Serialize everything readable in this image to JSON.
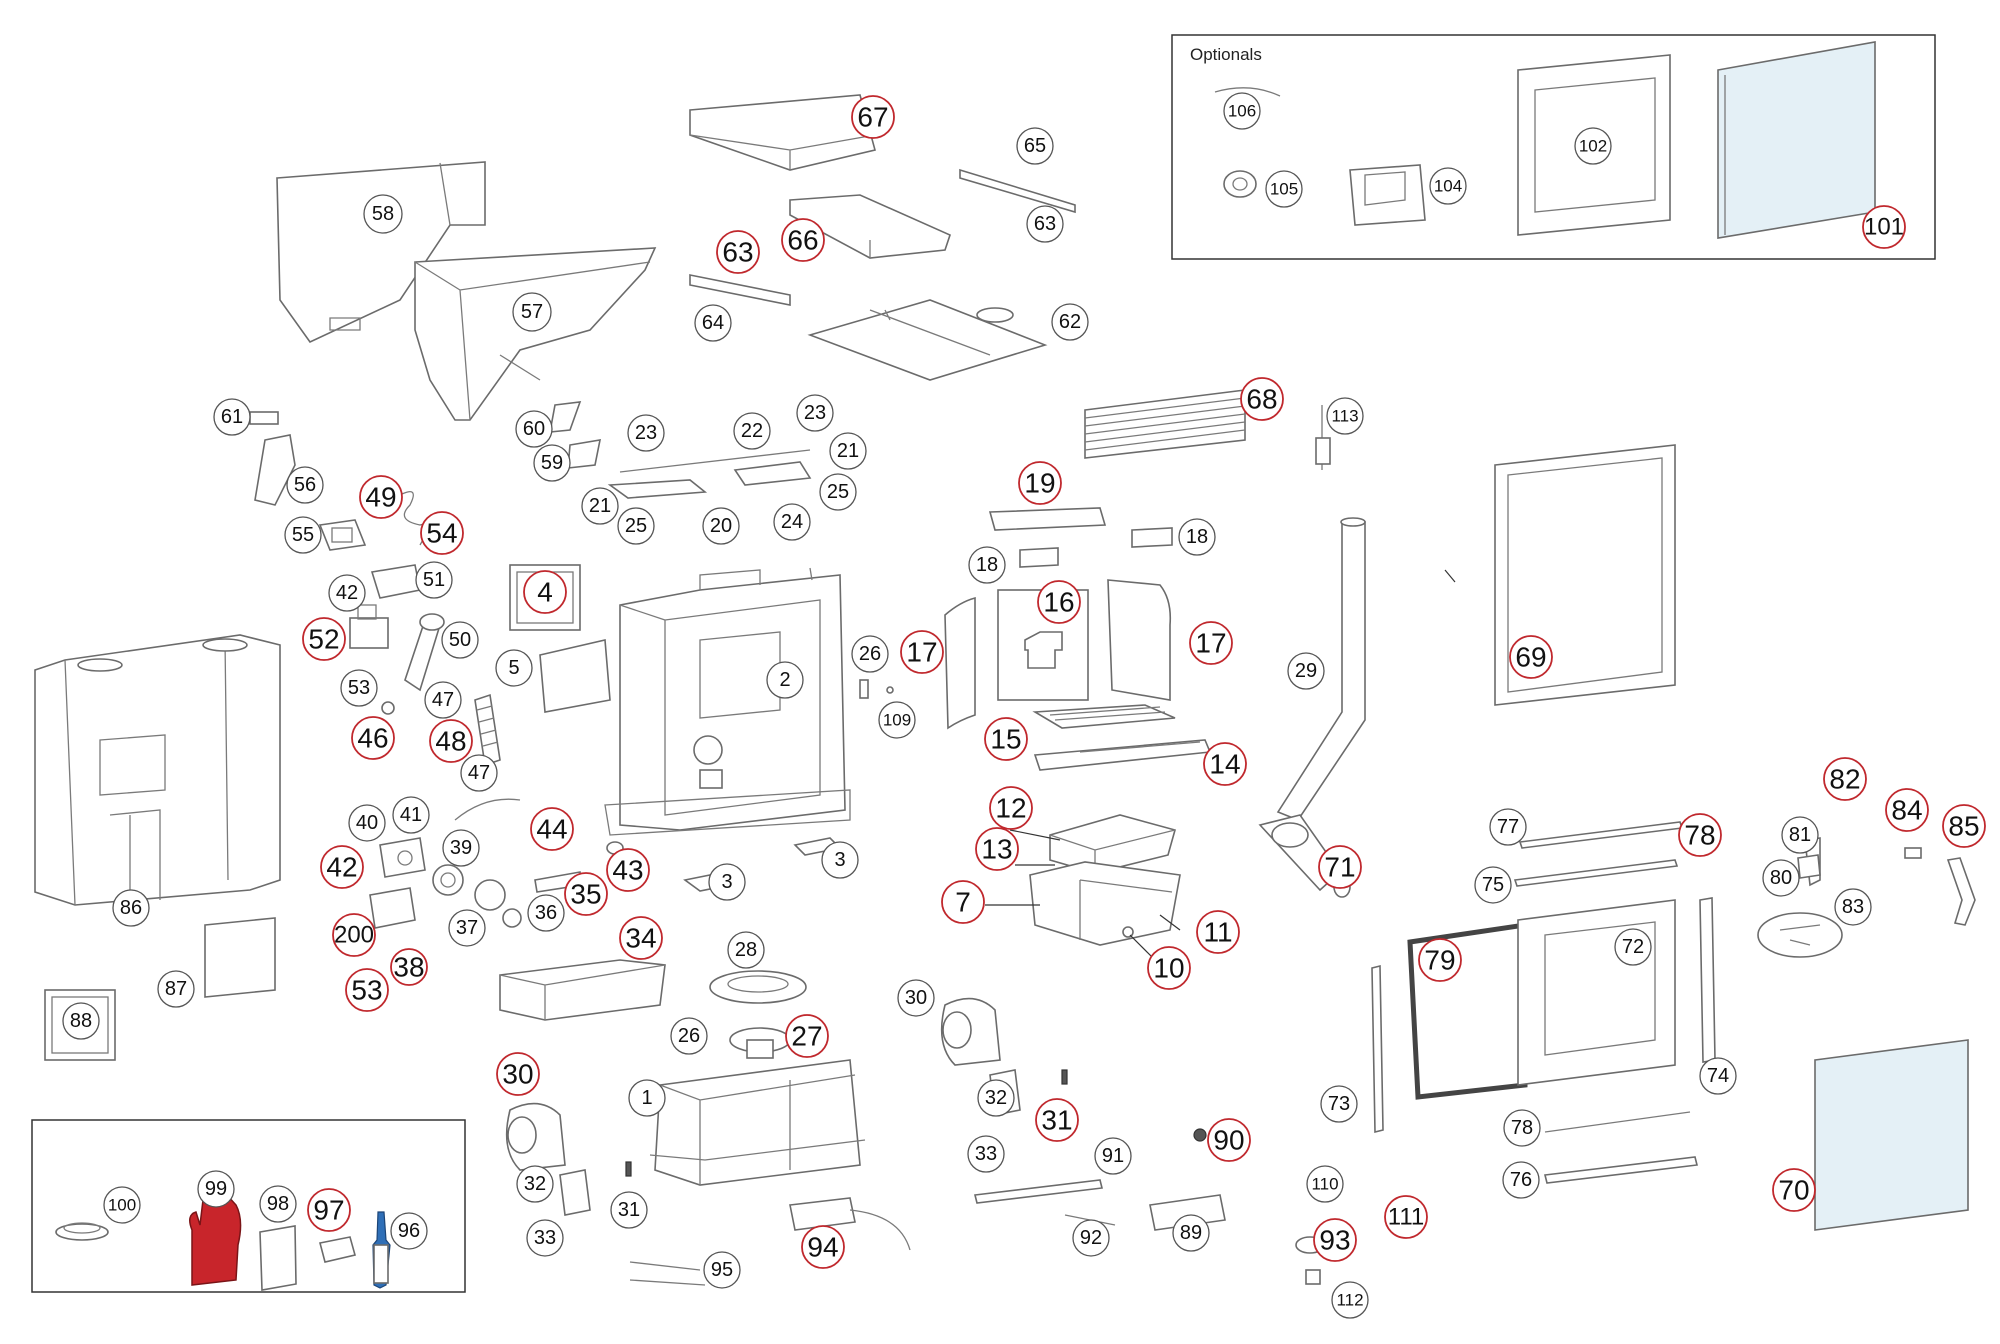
{
  "colors": {
    "callout_plain": "#555555",
    "callout_highlight": "#c0282d",
    "glove": "#c8252b",
    "brush": "#2f6fb7",
    "glass": "#d7e9f2"
  },
  "optionals_box": {
    "title": "Optionals"
  },
  "callouts": [
    {
      "label": "58",
      "hl": false
    },
    {
      "label": "57",
      "hl": false
    },
    {
      "label": "67",
      "hl": true
    },
    {
      "label": "65",
      "hl": false
    },
    {
      "label": "63",
      "hl": false
    },
    {
      "label": "66",
      "hl": true
    },
    {
      "label": "63",
      "hl": true
    },
    {
      "label": "64",
      "hl": false
    },
    {
      "label": "62",
      "hl": false
    },
    {
      "label": "106",
      "hl": false
    },
    {
      "label": "105",
      "hl": false
    },
    {
      "label": "104",
      "hl": false
    },
    {
      "label": "102",
      "hl": false
    },
    {
      "label": "101",
      "hl": true
    },
    {
      "label": "61",
      "hl": false
    },
    {
      "label": "60",
      "hl": false
    },
    {
      "label": "59",
      "hl": false
    },
    {
      "label": "56",
      "hl": false
    },
    {
      "label": "49",
      "hl": true
    },
    {
      "label": "54",
      "hl": true
    },
    {
      "label": "55",
      "hl": false
    },
    {
      "label": "42",
      "hl": false
    },
    {
      "label": "51",
      "hl": false
    },
    {
      "label": "52",
      "hl": true
    },
    {
      "label": "50",
      "hl": false
    },
    {
      "label": "53",
      "hl": false
    },
    {
      "label": "47",
      "hl": false
    },
    {
      "label": "46",
      "hl": true
    },
    {
      "label": "48",
      "hl": true
    },
    {
      "label": "47",
      "hl": false
    },
    {
      "label": "23",
      "hl": false
    },
    {
      "label": "22",
      "hl": false
    },
    {
      "label": "23",
      "hl": false
    },
    {
      "label": "21",
      "hl": false
    },
    {
      "label": "21",
      "hl": false
    },
    {
      "label": "25",
      "hl": false
    },
    {
      "label": "25",
      "hl": false
    },
    {
      "label": "20",
      "hl": false
    },
    {
      "label": "24",
      "hl": false
    },
    {
      "label": "68",
      "hl": true
    },
    {
      "label": "113",
      "hl": false
    },
    {
      "label": "19",
      "hl": true
    },
    {
      "label": "18",
      "hl": false
    },
    {
      "label": "18",
      "hl": false
    },
    {
      "label": "4",
      "hl": true
    },
    {
      "label": "5",
      "hl": false
    },
    {
      "label": "2",
      "hl": false
    },
    {
      "label": "26",
      "hl": false
    },
    {
      "label": "109",
      "hl": false
    },
    {
      "label": "17",
      "hl": true
    },
    {
      "label": "16",
      "hl": true
    },
    {
      "label": "17",
      "hl": true
    },
    {
      "label": "15",
      "hl": true
    },
    {
      "label": "14",
      "hl": true
    },
    {
      "label": "29",
      "hl": false
    },
    {
      "label": "69",
      "hl": true
    },
    {
      "label": "86",
      "hl": false
    },
    {
      "label": "40",
      "hl": false
    },
    {
      "label": "41",
      "hl": false
    },
    {
      "label": "42",
      "hl": true
    },
    {
      "label": "39",
      "hl": false
    },
    {
      "label": "44",
      "hl": true
    },
    {
      "label": "43",
      "hl": true
    },
    {
      "label": "35",
      "hl": true
    },
    {
      "label": "36",
      "hl": false
    },
    {
      "label": "37",
      "hl": false
    },
    {
      "label": "200",
      "hl": true
    },
    {
      "label": "38",
      "hl": true
    },
    {
      "label": "53",
      "hl": true
    },
    {
      "label": "3",
      "hl": false
    },
    {
      "label": "3",
      "hl": false
    },
    {
      "label": "34",
      "hl": true
    },
    {
      "label": "12",
      "hl": true
    },
    {
      "label": "13",
      "hl": true
    },
    {
      "label": "7",
      "hl": true
    },
    {
      "label": "11",
      "hl": true
    },
    {
      "label": "10",
      "hl": true
    },
    {
      "label": "71",
      "hl": true
    },
    {
      "label": "77",
      "hl": false
    },
    {
      "label": "78",
      "hl": true
    },
    {
      "label": "75",
      "hl": false
    },
    {
      "label": "82",
      "hl": true
    },
    {
      "label": "84",
      "hl": true
    },
    {
      "label": "85",
      "hl": true
    },
    {
      "label": "81",
      "hl": false
    },
    {
      "label": "80",
      "hl": false
    },
    {
      "label": "83",
      "hl": false
    },
    {
      "label": "79",
      "hl": true
    },
    {
      "label": "72",
      "hl": false
    },
    {
      "label": "74",
      "hl": false
    },
    {
      "label": "73",
      "hl": false
    },
    {
      "label": "78",
      "hl": false
    },
    {
      "label": "76",
      "hl": false
    },
    {
      "label": "70",
      "hl": true
    },
    {
      "label": "87",
      "hl": false
    },
    {
      "label": "88",
      "hl": false
    },
    {
      "label": "28",
      "hl": false
    },
    {
      "label": "26",
      "hl": false
    },
    {
      "label": "27",
      "hl": true
    },
    {
      "label": "1",
      "hl": false
    },
    {
      "label": "30",
      "hl": false
    },
    {
      "label": "30",
      "hl": true
    },
    {
      "label": "32",
      "hl": false
    },
    {
      "label": "31",
      "hl": true
    },
    {
      "label": "33",
      "hl": false
    },
    {
      "label": "91",
      "hl": false
    },
    {
      "label": "90",
      "hl": true
    },
    {
      "label": "92",
      "hl": false
    },
    {
      "label": "89",
      "hl": false
    },
    {
      "label": "32",
      "hl": false
    },
    {
      "label": "31",
      "hl": false
    },
    {
      "label": "33",
      "hl": false
    },
    {
      "label": "94",
      "hl": true
    },
    {
      "label": "95",
      "hl": false
    },
    {
      "label": "110",
      "hl": false
    },
    {
      "label": "111",
      "hl": true
    },
    {
      "label": "93",
      "hl": true
    },
    {
      "label": "112",
      "hl": false
    },
    {
      "label": "100",
      "hl": false
    },
    {
      "label": "99",
      "hl": false
    },
    {
      "label": "98",
      "hl": false
    },
    {
      "label": "97",
      "hl": true
    },
    {
      "label": "96",
      "hl": false
    }
  ]
}
